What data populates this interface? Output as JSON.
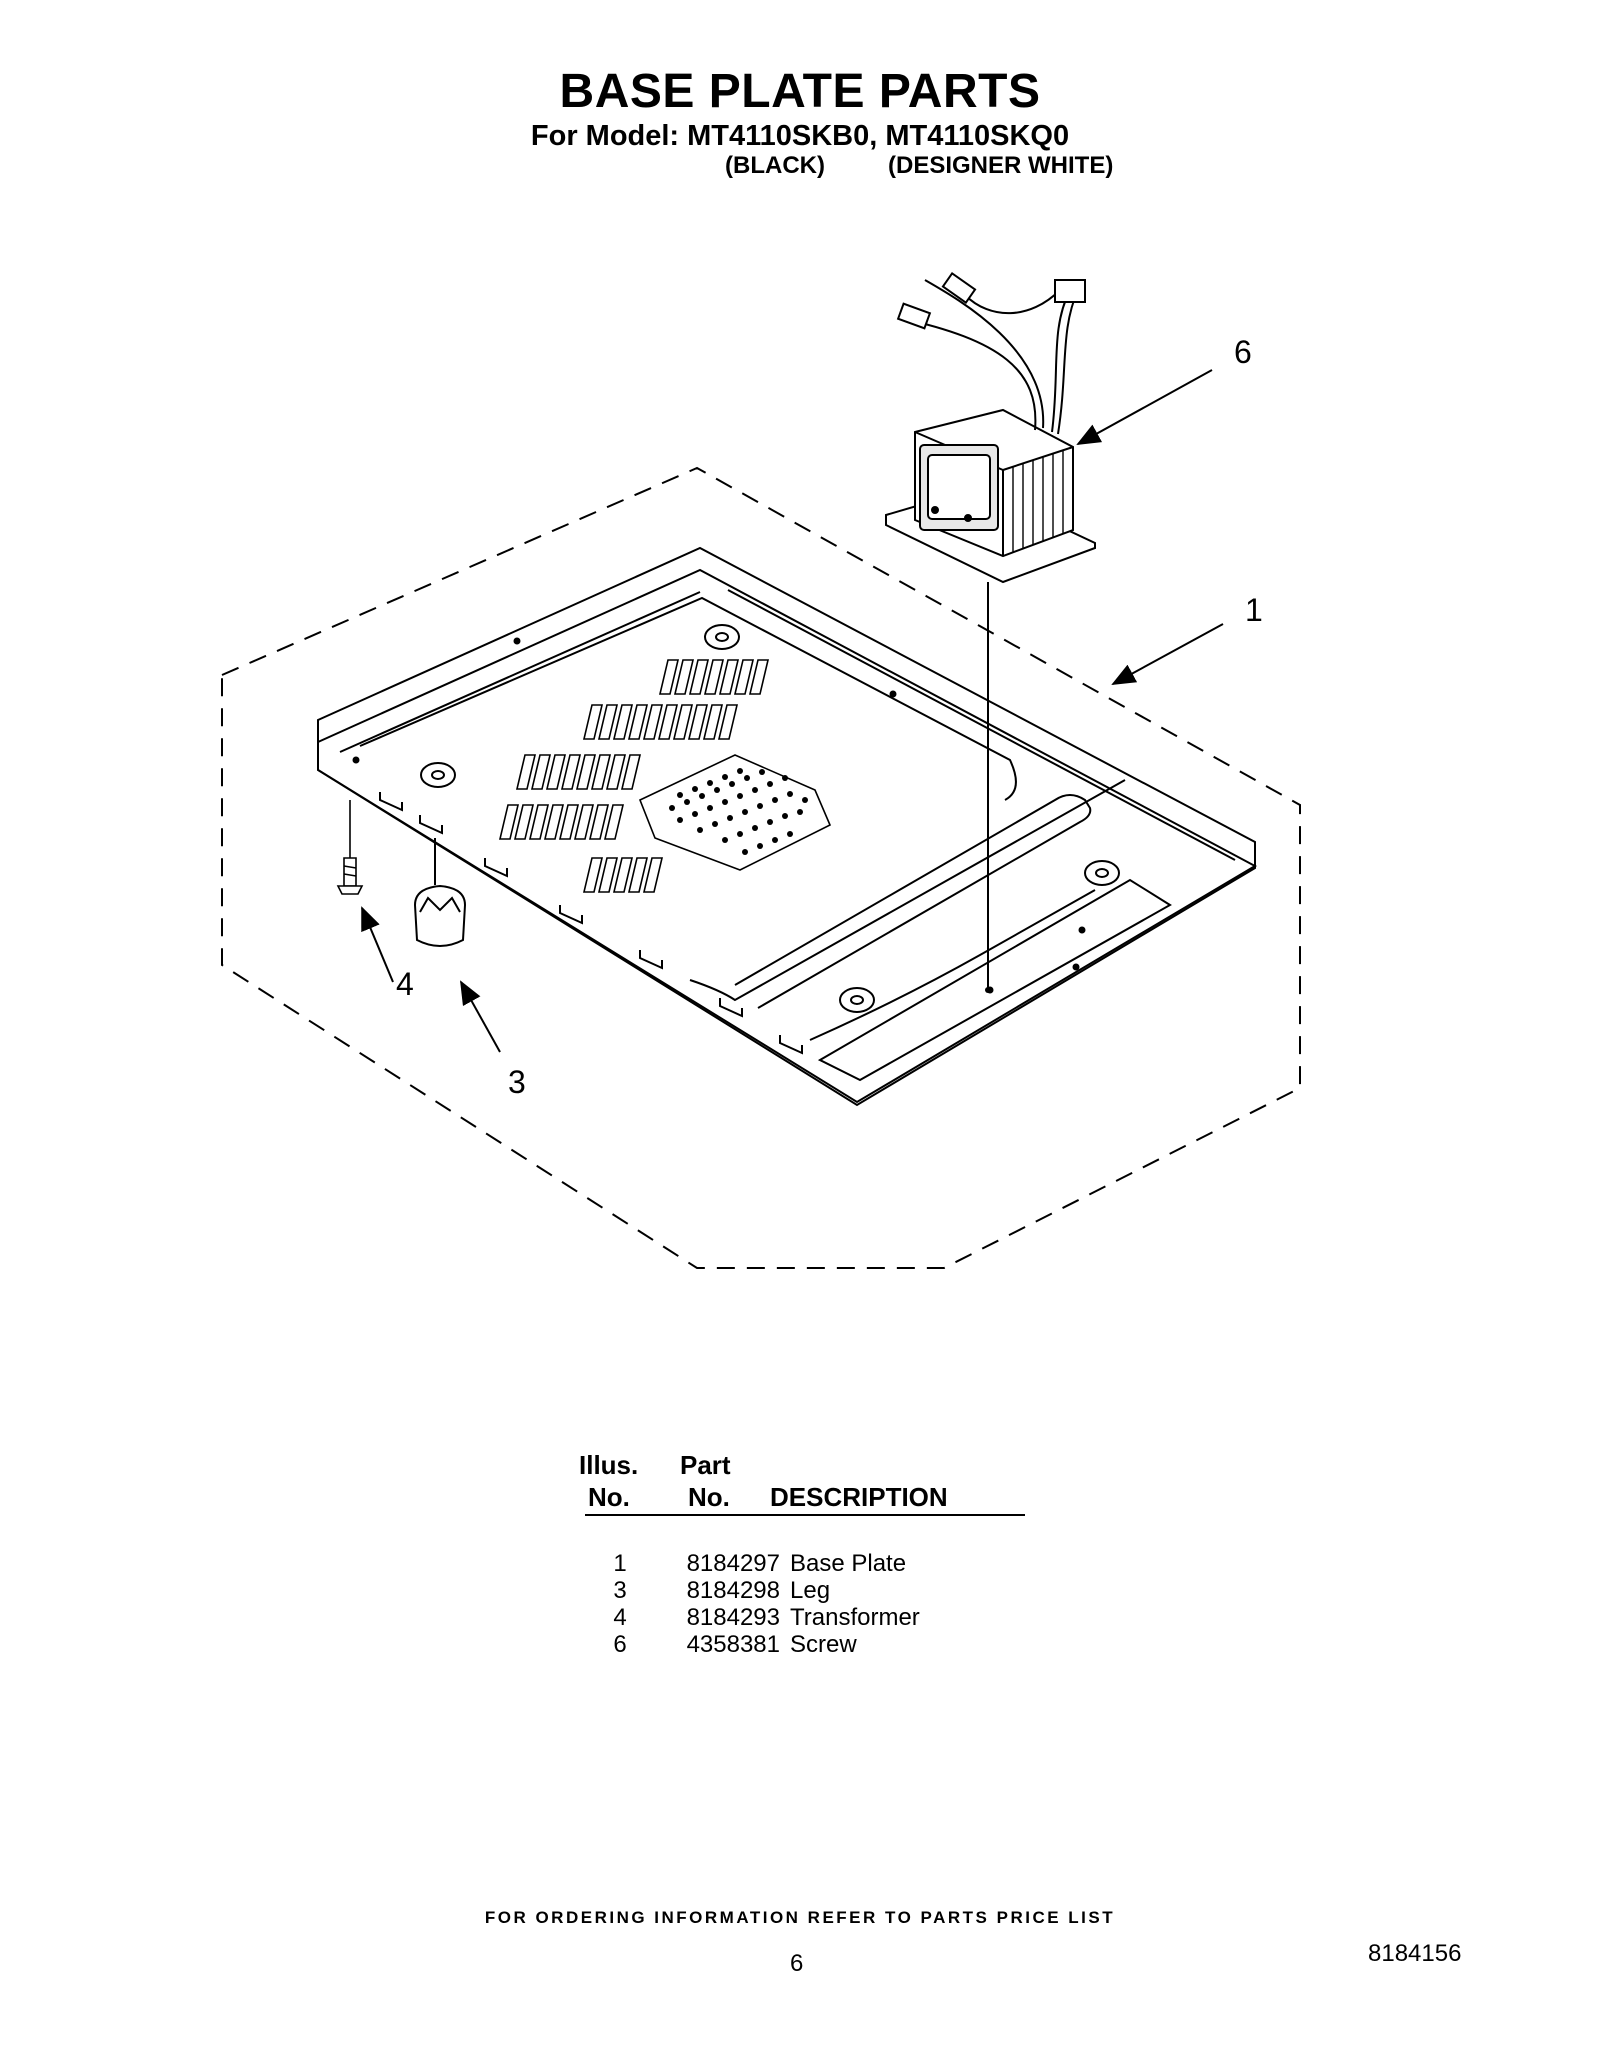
{
  "header": {
    "title": "BASE PLATE PARTS",
    "model_label": "For Model:",
    "models": "MT4110SKB0, MT4110SKQ0",
    "finish_black": "(BLACK)",
    "finish_white": "(DESIGNER WHITE)"
  },
  "callouts": [
    "1",
    "3",
    "4",
    "6"
  ],
  "table": {
    "headers": {
      "illus_1": "Illus.",
      "illus_2": "No.",
      "part_1": "Part",
      "part_2": "No.",
      "description": "DESCRIPTION"
    },
    "rows": [
      {
        "illus": "1",
        "part": "8184297",
        "description": "Base Plate"
      },
      {
        "illus": "3",
        "part": "8184298",
        "description": "Leg"
      },
      {
        "illus": "4",
        "part": "8184293",
        "description": "Transformer"
      },
      {
        "illus": "6",
        "part": "4358381",
        "description": "Screw"
      }
    ]
  },
  "footer": {
    "ordering_note": "FOR ORDERING INFORMATION REFER TO PARTS PRICE LIST",
    "page_number": "6",
    "doc_number": "8184156"
  }
}
